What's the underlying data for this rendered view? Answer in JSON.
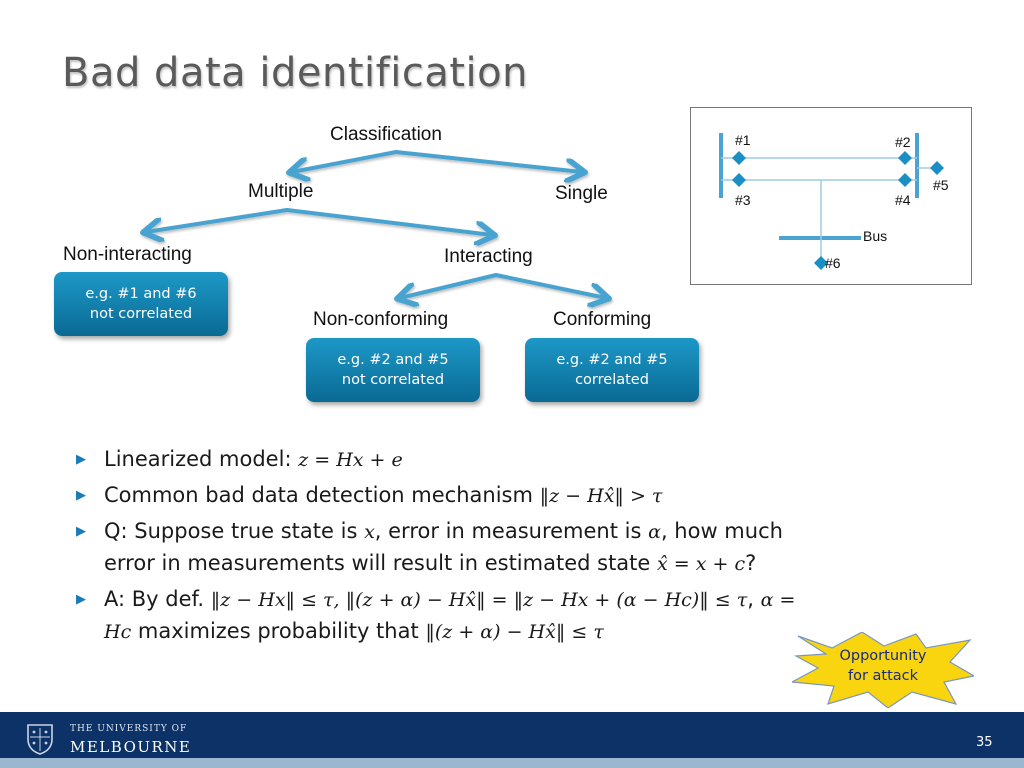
{
  "slide": {
    "title": "Bad data identification",
    "page_number": "35"
  },
  "tree": {
    "classification": "Classification",
    "multiple": "Multiple",
    "single": "Single",
    "non_interacting": "Non-interacting",
    "interacting": "Interacting",
    "non_conforming": "Non-conforming",
    "conforming": "Conforming"
  },
  "examples": {
    "non_interacting": [
      "e.g. #1 and #6",
      "not correlated"
    ],
    "non_conforming": [
      "e.g. #2 and #5",
      "not correlated"
    ],
    "conforming": [
      "e.g. #2 and #5",
      "correlated"
    ]
  },
  "bus_diagram": {
    "labels": [
      "#1",
      "#2",
      "#3",
      "#4",
      "#5",
      "#6",
      "Bus"
    ]
  },
  "bullets": {
    "b1_text": "Linearized model: ",
    "b1_math": "z = Hx + e",
    "b2_text": "Common bad data detection mechanism ",
    "b2_math": "‖z − Hx̂‖ > τ",
    "b3_a": "Q: Suppose true state is ",
    "b3_m1": "x",
    "b3_b": ", error in measurement is ",
    "b3_m2": "α",
    "b3_c": ", how much",
    "b3_d": "error in measurements will result in estimated state ",
    "b3_m3": "x̂ = x + c",
    "b3_e": "?",
    "b4_a": "A: By def. ",
    "b4_m1": "‖z − Hx‖ ≤ τ,  ‖(z + α) − Hx̂‖ = ‖z − Hx + (α − Hc)‖ ≤ τ",
    "b4_b": ", ",
    "b4_m2": "α =",
    "b4_m3": "Hc",
    "b4_c": " maximizes probability that ",
    "b4_m4": "‖(z + α) − Hx̂‖ ≤ τ"
  },
  "callout": {
    "line1": "Opportunity",
    "line2": "for attack"
  },
  "footer": {
    "uni_line1": "THE UNIVERSITY OF",
    "uni_line2": "MELBOURNE"
  },
  "colors": {
    "arrow": "#4aa3d0",
    "box": "#1387b8",
    "footer": "#0c3267",
    "starburst": "#f9d50f"
  }
}
